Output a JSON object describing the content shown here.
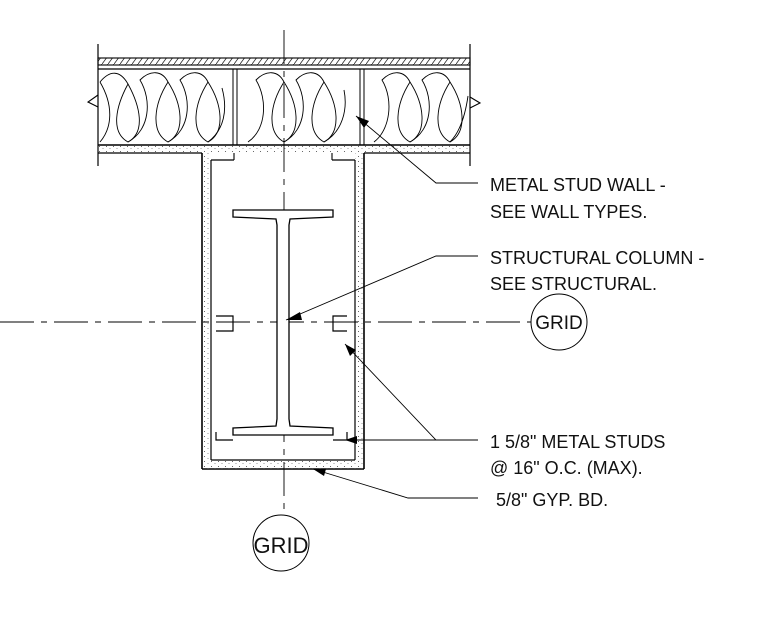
{
  "labels": {
    "stud_wall_1": "METAL STUD WALL -",
    "stud_wall_2": "SEE WALL TYPES.",
    "column_1": "STRUCTURAL COLUMN -",
    "column_2": "SEE STRUCTURAL.",
    "studs_1": "1 5/8\" METAL STUDS",
    "studs_2": "@ 16\" O.C. (MAX).",
    "gyp": "5/8\" GYP. BD."
  },
  "grid_markers": {
    "horizontal": "GRID",
    "vertical": "GRID"
  }
}
